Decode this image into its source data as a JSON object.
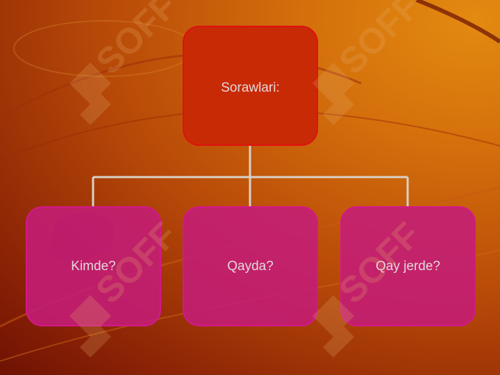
{
  "diagram": {
    "root": {
      "label": "Sorawlari:"
    },
    "children": [
      {
        "label": "Kimde?"
      },
      {
        "label": "Qayda?"
      },
      {
        "label": "Qay jerde?"
      }
    ]
  },
  "watermark": {
    "text": "SOFF"
  },
  "colors": {
    "root_fill": "#c92a06",
    "root_border": "#e01010",
    "child_fill": "#c41c78",
    "child_border": "#d4188a",
    "connector": "#d9d2c8",
    "text": "#e4d8dc"
  }
}
